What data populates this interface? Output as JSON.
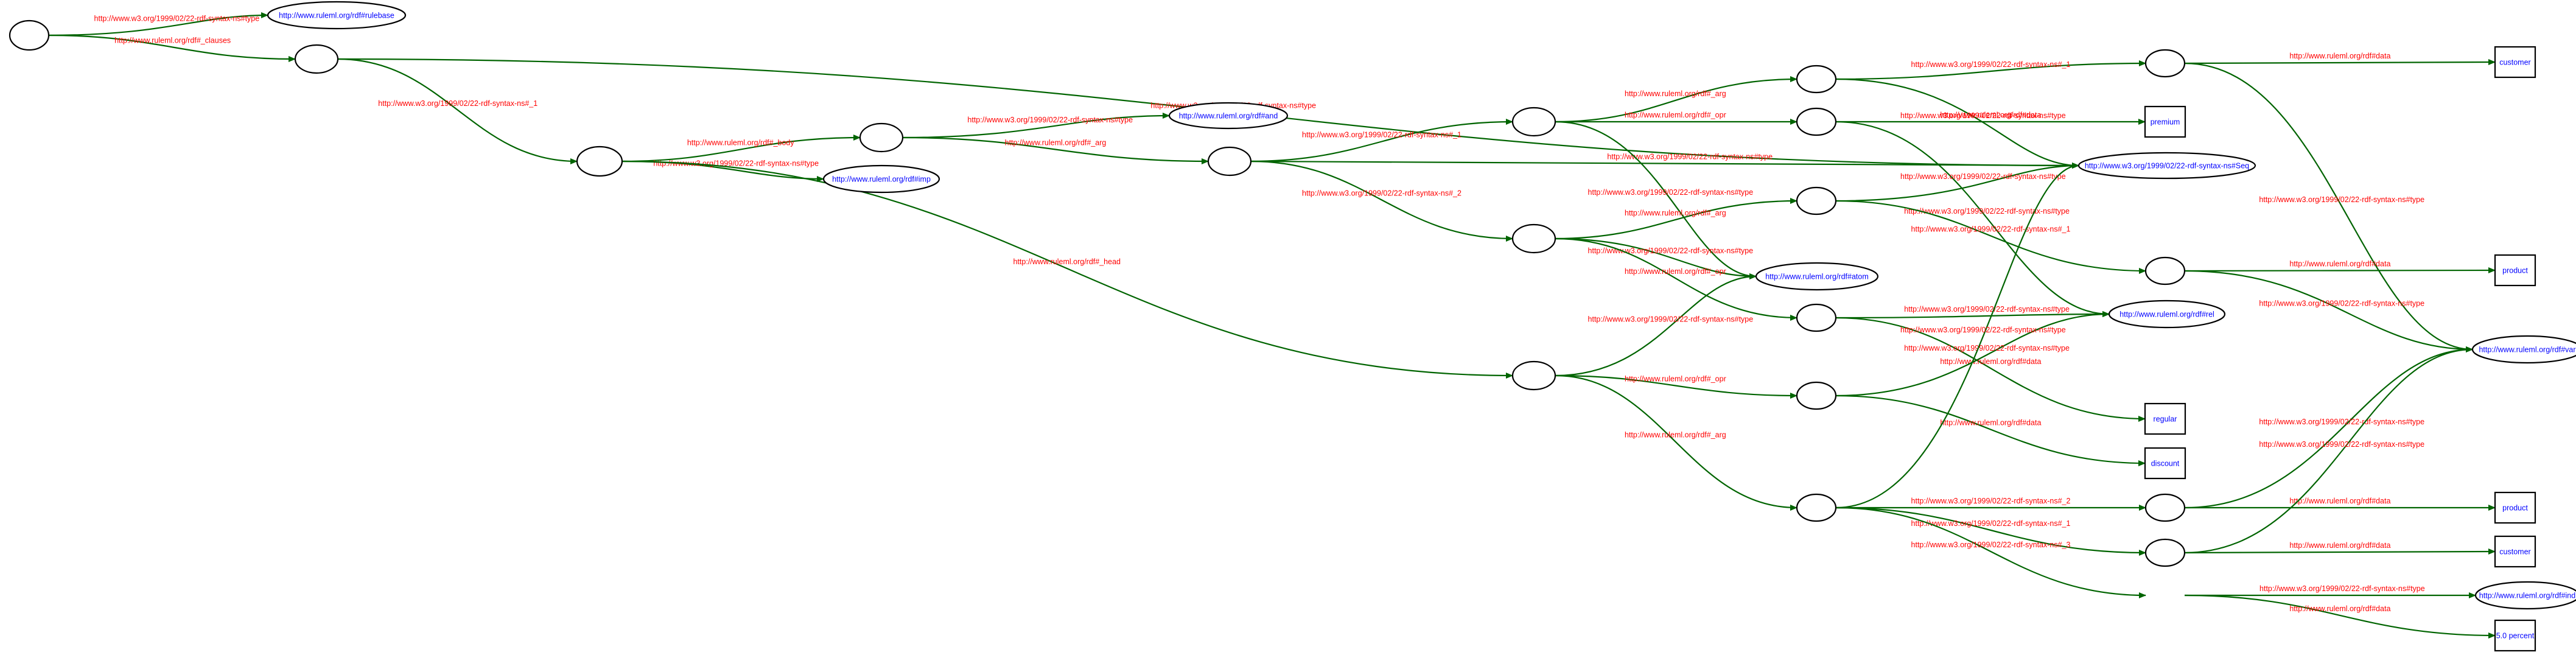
{
  "nodes": [
    {
      "id": "n0",
      "shape": "blank"
    },
    {
      "id": "n1",
      "shape": "blank"
    },
    {
      "id": "n2",
      "shape": "blank"
    },
    {
      "id": "n3",
      "shape": "blank"
    },
    {
      "id": "n4",
      "shape": "blank"
    },
    {
      "id": "n5",
      "shape": "blank"
    },
    {
      "id": "n6",
      "shape": "blank"
    },
    {
      "id": "n7",
      "shape": "blank"
    },
    {
      "id": "n8",
      "shape": "blank"
    },
    {
      "id": "n9",
      "shape": "blank"
    },
    {
      "id": "n10",
      "shape": "blank"
    },
    {
      "id": "n11",
      "shape": "blank"
    },
    {
      "id": "n12",
      "shape": "blank"
    },
    {
      "id": "n13",
      "shape": "blank"
    },
    {
      "id": "n14",
      "shape": "blank"
    },
    {
      "id": "n15",
      "shape": "blank"
    },
    {
      "id": "n16",
      "shape": "blank"
    },
    {
      "id": "n17",
      "shape": "blank"
    },
    {
      "id": "u_rulebase",
      "shape": "uri",
      "label": "http://www.ruleml.org/rdf#rulebase"
    },
    {
      "id": "u_and",
      "shape": "uri",
      "label": "http://www.ruleml.org/rdf#and"
    },
    {
      "id": "u_imp",
      "shape": "uri",
      "label": "http://www.ruleml.org/rdf#imp"
    },
    {
      "id": "u_seq",
      "shape": "uri",
      "label": "http://www.w3.org/1999/02/22-rdf-syntax-ns#Seq"
    },
    {
      "id": "u_atom",
      "shape": "uri",
      "label": "http://www.ruleml.org/rdf#atom"
    },
    {
      "id": "u_rel1",
      "shape": "uri",
      "label": "http://www.ruleml.org/rdf#rel"
    },
    {
      "id": "u_var",
      "shape": "uri",
      "label": "http://www.ruleml.org/rdf#var"
    },
    {
      "id": "u_ind",
      "shape": "uri",
      "label": "http://www.ruleml.org/rdf#ind"
    },
    {
      "id": "l_customer1",
      "shape": "literal",
      "label": "customer"
    },
    {
      "id": "l_premium",
      "shape": "literal",
      "label": "premium"
    },
    {
      "id": "l_product1",
      "shape": "literal",
      "label": "product"
    },
    {
      "id": "l_regular",
      "shape": "literal",
      "label": "regular"
    },
    {
      "id": "l_discount",
      "shape": "literal",
      "label": "discount"
    },
    {
      "id": "l_product2",
      "shape": "literal",
      "label": "product"
    },
    {
      "id": "l_customer2",
      "shape": "literal",
      "label": "customer"
    },
    {
      "id": "l_5percent",
      "shape": "literal",
      "label": "5.0 percent"
    }
  ],
  "edges": [
    {
      "from": "n0",
      "to": "u_rulebase",
      "label": "http://www.w3.org/1999/02/22-rdf-syntax-ns#type"
    },
    {
      "from": "n0",
      "to": "n1",
      "label": "http://www.ruleml.org/rdf#_clauses"
    },
    {
      "from": "n1",
      "to": "u_seq",
      "label": "http://www.w3.org/1999/02/22-rdf-syntax-ns#type"
    },
    {
      "from": "n1",
      "to": "n2",
      "label": "http://www.w3.org/1999/02/22-rdf-syntax-ns#_1"
    },
    {
      "from": "n2",
      "to": "n3",
      "label": "http://www.ruleml.org/rdf#_body"
    },
    {
      "from": "n2",
      "to": "u_imp",
      "label": "http://www.w3.org/1999/02/22-rdf-syntax-ns#type"
    },
    {
      "from": "n2",
      "to": "n7",
      "label": "http://www.ruleml.org/rdf#_head"
    },
    {
      "from": "n3",
      "to": "u_and",
      "label": "http://www.w3.org/1999/02/22-rdf-syntax-ns#type"
    },
    {
      "from": "n3",
      "to": "n4",
      "label": "http://www.ruleml.org/rdf#_arg"
    },
    {
      "from": "n4",
      "to": "n5",
      "label": "http://www.w3.org/1999/02/22-rdf-syntax-ns#_1"
    },
    {
      "from": "n4",
      "to": "u_seq",
      "label": "http://www.w3.org/1999/02/22-rdf-syntax-ns#type"
    },
    {
      "from": "n4",
      "to": "n6",
      "label": "http://www.w3.org/1999/02/22-rdf-syntax-ns#_2"
    },
    {
      "from": "n5",
      "to": "n8",
      "label": "http://www.ruleml.org/rdf#_arg"
    },
    {
      "from": "n5",
      "to": "n9",
      "label": "http://www.ruleml.org/rdf#_opr"
    },
    {
      "from": "n5",
      "to": "u_atom",
      "label": "http://www.w3.org/1999/02/22-rdf-syntax-ns#type"
    },
    {
      "from": "n6",
      "to": "n10",
      "label": "http://www.ruleml.org/rdf#_arg"
    },
    {
      "from": "n6",
      "to": "u_atom",
      "label": "http://www.w3.org/1999/02/22-rdf-syntax-ns#type"
    },
    {
      "from": "n6",
      "to": "n11",
      "label": "http://www.ruleml.org/rdf#_opr"
    },
    {
      "from": "n7",
      "to": "u_atom",
      "label": "http://www.w3.org/1999/02/22-rdf-syntax-ns#type"
    },
    {
      "from": "n7",
      "to": "n12",
      "label": "http://www.ruleml.org/rdf#_opr"
    },
    {
      "from": "n7",
      "to": "n13",
      "label": "http://www.ruleml.org/rdf#_arg"
    },
    {
      "from": "n8",
      "to": "n14",
      "label": "http://www.w3.org/1999/02/22-rdf-syntax-ns#_1"
    },
    {
      "from": "n8",
      "to": "u_seq",
      "label": "http://www.w3.org/1999/02/22-rdf-syntax-ns#type"
    },
    {
      "from": "n14",
      "to": "l_customer1",
      "label": "http://www.ruleml.org/rdf#data"
    },
    {
      "from": "n14",
      "to": "u_var",
      "label": "http://www.w3.org/1999/02/22-rdf-syntax-ns#type"
    },
    {
      "from": "n9",
      "to": "l_premium",
      "label": "http://www.ruleml.org/rdf#data"
    },
    {
      "from": "n9",
      "to": "u_rel1",
      "label": "http://www.w3.org/1999/02/22-rdf-syntax-ns#type"
    },
    {
      "from": "n10",
      "to": "u_seq",
      "label": "http://www.w3.org/1999/02/22-rdf-syntax-ns#type"
    },
    {
      "from": "n10",
      "to": "n15",
      "label": "http://www.w3.org/1999/02/22-rdf-syntax-ns#_1"
    },
    {
      "from": "n15",
      "to": "l_product1",
      "label": "http://www.ruleml.org/rdf#data"
    },
    {
      "from": "n15",
      "to": "u_var",
      "label": "http://www.w3.org/1999/02/22-rdf-syntax-ns#type"
    },
    {
      "from": "n11",
      "to": "u_rel1",
      "label": "http://www.w3.org/1999/02/22-rdf-syntax-ns#type"
    },
    {
      "from": "n11",
      "to": "l_regular",
      "label": "http://www.ruleml.org/rdf#data"
    },
    {
      "from": "n12",
      "to": "u_rel1",
      "label": "http://www.w3.org/1999/02/22-rdf-syntax-ns#type"
    },
    {
      "from": "n12",
      "to": "l_discount",
      "label": "http://www.ruleml.org/rdf#data"
    },
    {
      "from": "n13",
      "to": "u_seq",
      "label": "http://www.w3.org/1999/02/22-rdf-syntax-ns#type"
    },
    {
      "from": "n13",
      "to": "n16",
      "label": "http://www.w3.org/1999/02/22-rdf-syntax-ns#_2"
    },
    {
      "from": "n13",
      "to": "n17",
      "label": "http://www.w3.org/1999/02/22-rdf-syntax-ns#_1"
    },
    {
      "from": "n13",
      "to": "n18",
      "label": "http://www.w3.org/1999/02/22-rdf-syntax-ns#_3"
    },
    {
      "from": "n16",
      "to": "u_var",
      "label": "http://www.w3.org/1999/02/22-rdf-syntax-ns#type"
    },
    {
      "from": "n16",
      "to": "l_product2",
      "label": "http://www.ruleml.org/rdf#data"
    },
    {
      "from": "n17",
      "to": "u_var",
      "label": "http://www.w3.org/1999/02/22-rdf-syntax-ns#type"
    },
    {
      "from": "n17",
      "to": "l_customer2",
      "label": "http://www.ruleml.org/rdf#data"
    },
    {
      "from": "n18",
      "to": "u_ind",
      "label": "http://www.w3.org/1999/02/22-rdf-syntax-ns#type"
    },
    {
      "from": "n18",
      "to": "l_5percent",
      "label": "http://www.ruleml.org/rdf#data"
    }
  ],
  "colors": {
    "edge": "#006400",
    "edge_label": "#ff0000",
    "node_text": "#0000ff",
    "node_stroke": "#000000"
  }
}
